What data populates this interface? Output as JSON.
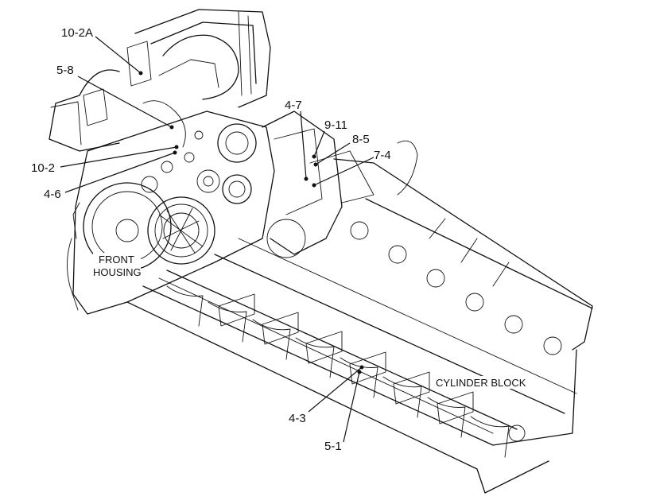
{
  "labels": {
    "front_housing_line1": "FRONT",
    "front_housing_line2": "HOUSING",
    "cylinder_block": "CYLINDER BLOCK"
  },
  "callouts": {
    "c_10_2A": "10-2A",
    "c_5_8": "5-8",
    "c_10_2": "10-2",
    "c_4_6": "4-6",
    "c_4_7": "4-7",
    "c_9_11": "9-11",
    "c_8_5": "8-5",
    "c_7_4": "7-4",
    "c_4_3": "4-3",
    "c_5_1": "5-1"
  }
}
